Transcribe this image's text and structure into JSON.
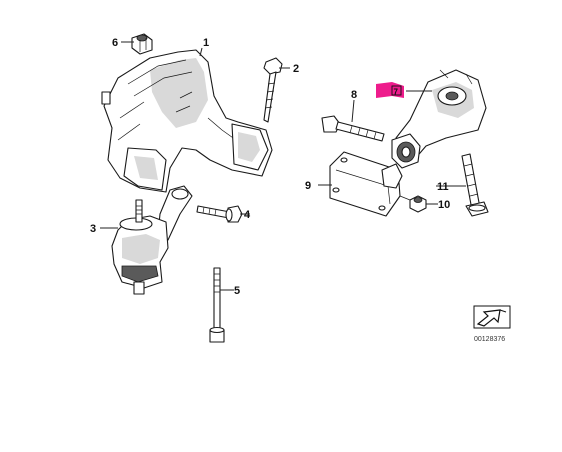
{
  "callouts": [
    {
      "id": "1",
      "label": "1"
    },
    {
      "id": "2",
      "label": "2"
    },
    {
      "id": "3",
      "label": "3"
    },
    {
      "id": "4",
      "label": "4"
    },
    {
      "id": "5",
      "label": "5"
    },
    {
      "id": "6",
      "label": "6"
    },
    {
      "id": "7",
      "label": "7"
    },
    {
      "id": "8",
      "label": "8"
    },
    {
      "id": "9",
      "label": "9"
    },
    {
      "id": "10",
      "label": "10"
    },
    {
      "id": "11",
      "label": "11"
    }
  ],
  "highlight_color": "#ee1c8c",
  "document_number": "00128376",
  "icons": [
    "arrow-frame-icon"
  ]
}
